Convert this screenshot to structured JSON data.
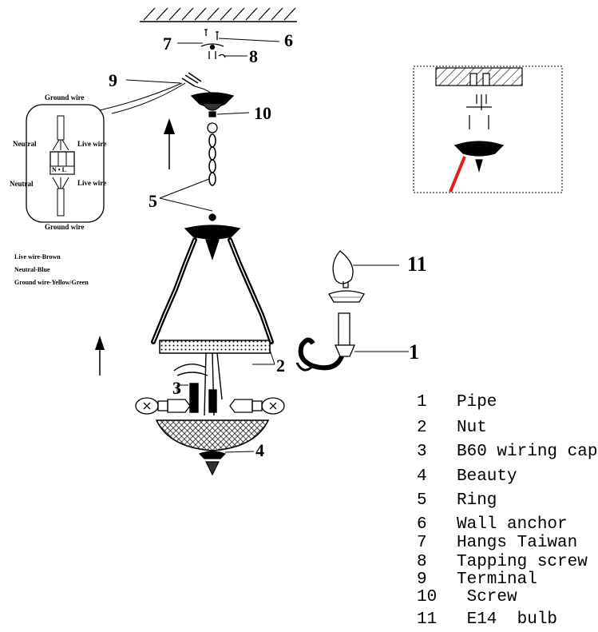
{
  "callouts": {
    "c1": "1",
    "c2": "2",
    "c3": "3",
    "c4": "4",
    "c5": "5",
    "c6": "6",
    "c7": "7",
    "c8": "8",
    "c9": "9",
    "c10": "10",
    "c11": "11"
  },
  "wiring": {
    "ground_top": "Ground wire",
    "neutral_top": "Neutral",
    "live_top": "Live wire",
    "neutral_bottom": "Neutral",
    "live_bottom": "Live wire",
    "ground_bottom": "Ground wire",
    "terminal_letters": "N • L"
  },
  "wire_colors": [
    "Live wire-Brown",
    "Neutral-Blue",
    "Ground wire-Yellow/Green"
  ],
  "parts": [
    {
      "num": "1",
      "name": "Pipe"
    },
    {
      "num": "2",
      "name": "Nut"
    },
    {
      "num": "3",
      "name": "B60 wiring cap"
    },
    {
      "num": "4",
      "name": "Beauty"
    },
    {
      "num": "5",
      "name": "Ring"
    },
    {
      "num": "6",
      "name": "Wall anchor"
    },
    {
      "num": "7",
      "name": "Hangs Taiwan"
    },
    {
      "num": "8",
      "name": "Tapping screw"
    },
    {
      "num": "9",
      "name": "Terminal"
    },
    {
      "num": "10",
      "name": " Screw"
    },
    {
      "num": "11",
      "name": " E14  bulb"
    }
  ],
  "colors": {
    "line": "#000000",
    "inset_wire": "#e0201c",
    "pattern": "#333333"
  }
}
